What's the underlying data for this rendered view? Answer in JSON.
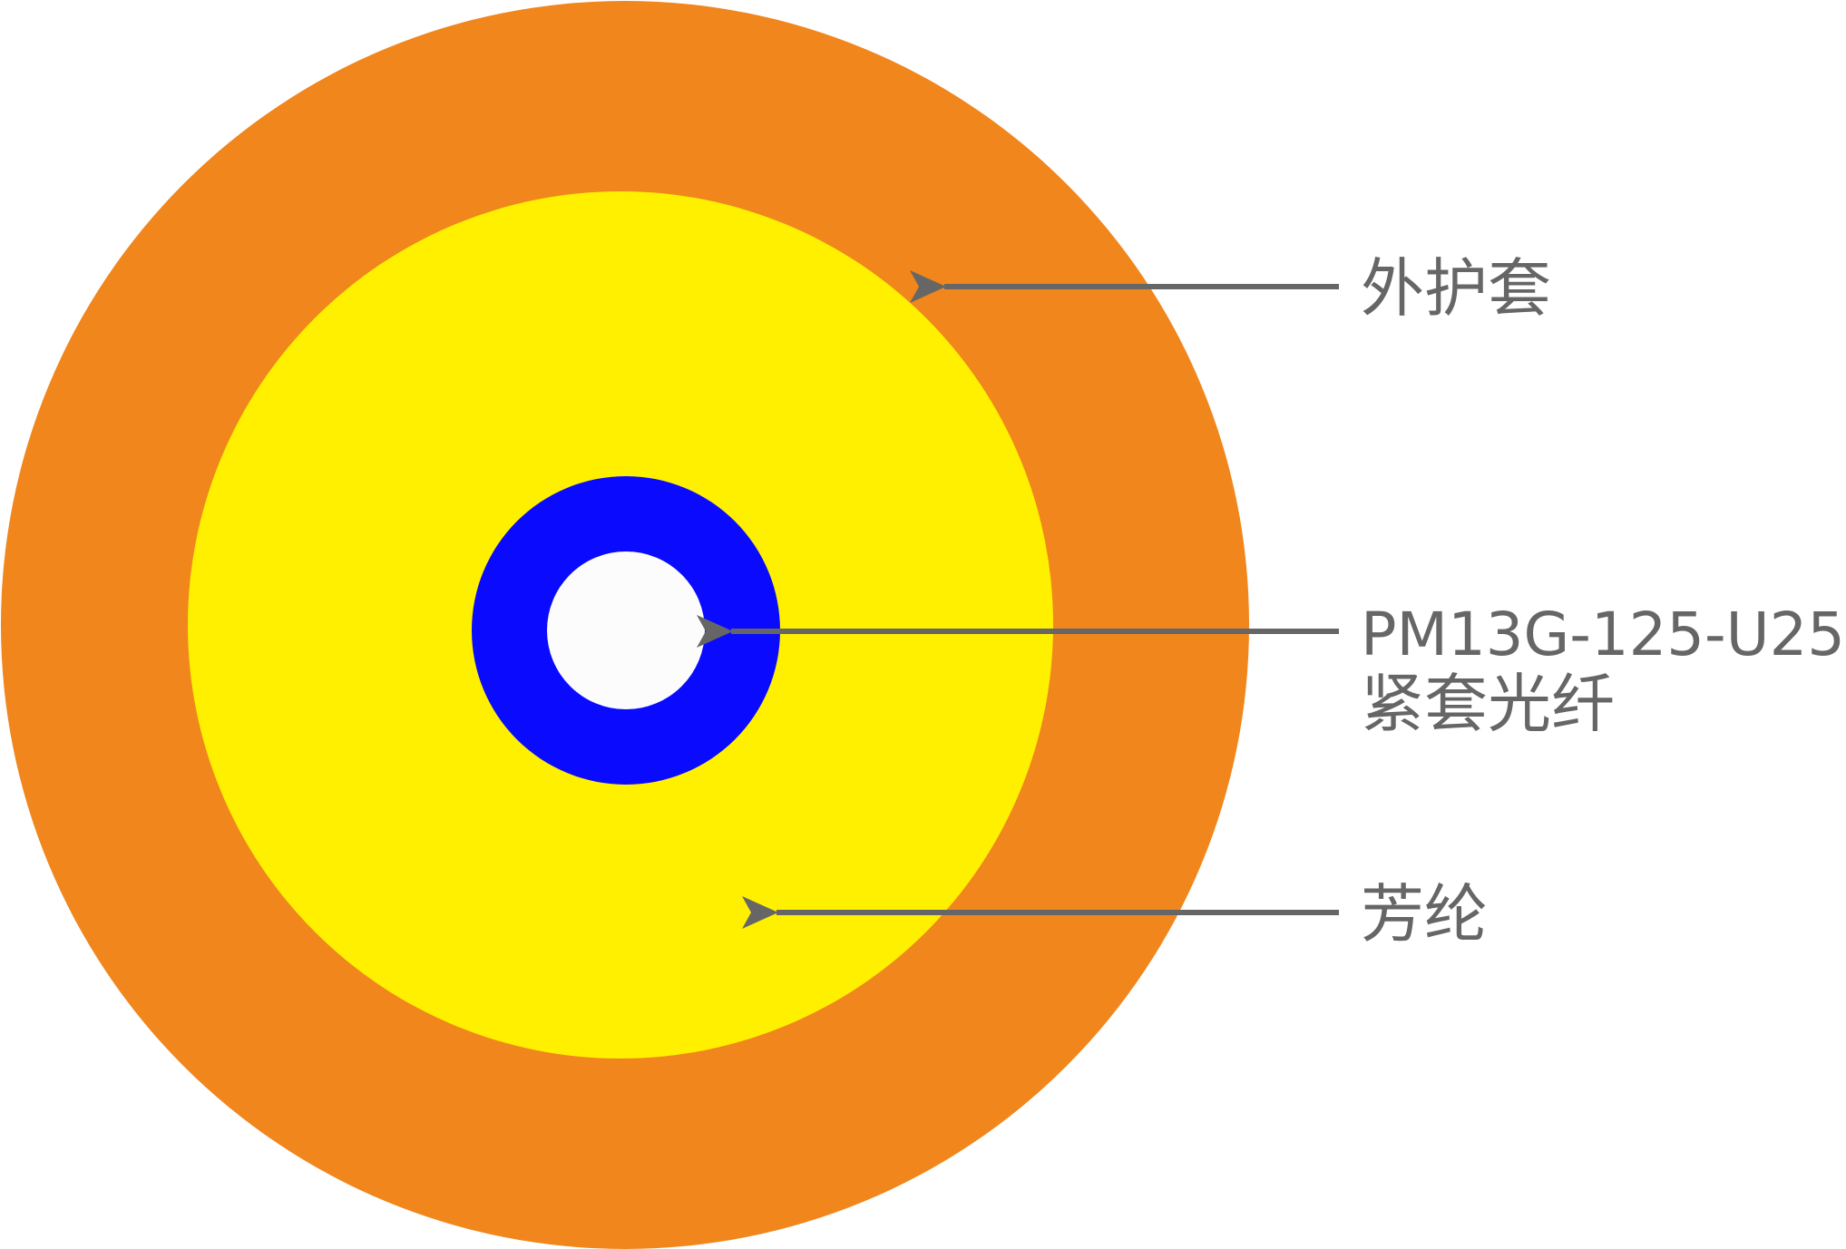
{
  "labels": {
    "outer_jacket": "外护套",
    "fiber_line1": "PM13G-125-U25",
    "fiber_line2": "紧套光纤",
    "aramid": "芳纶"
  },
  "colors": {
    "outer_jacket": "#F0861C",
    "aramid": "#FFF000",
    "buffer": "#0A0AFF",
    "fiber_core": "#FCFCFC",
    "arrow": "#666666",
    "text": "#666666",
    "background": "#FFFFFF"
  }
}
